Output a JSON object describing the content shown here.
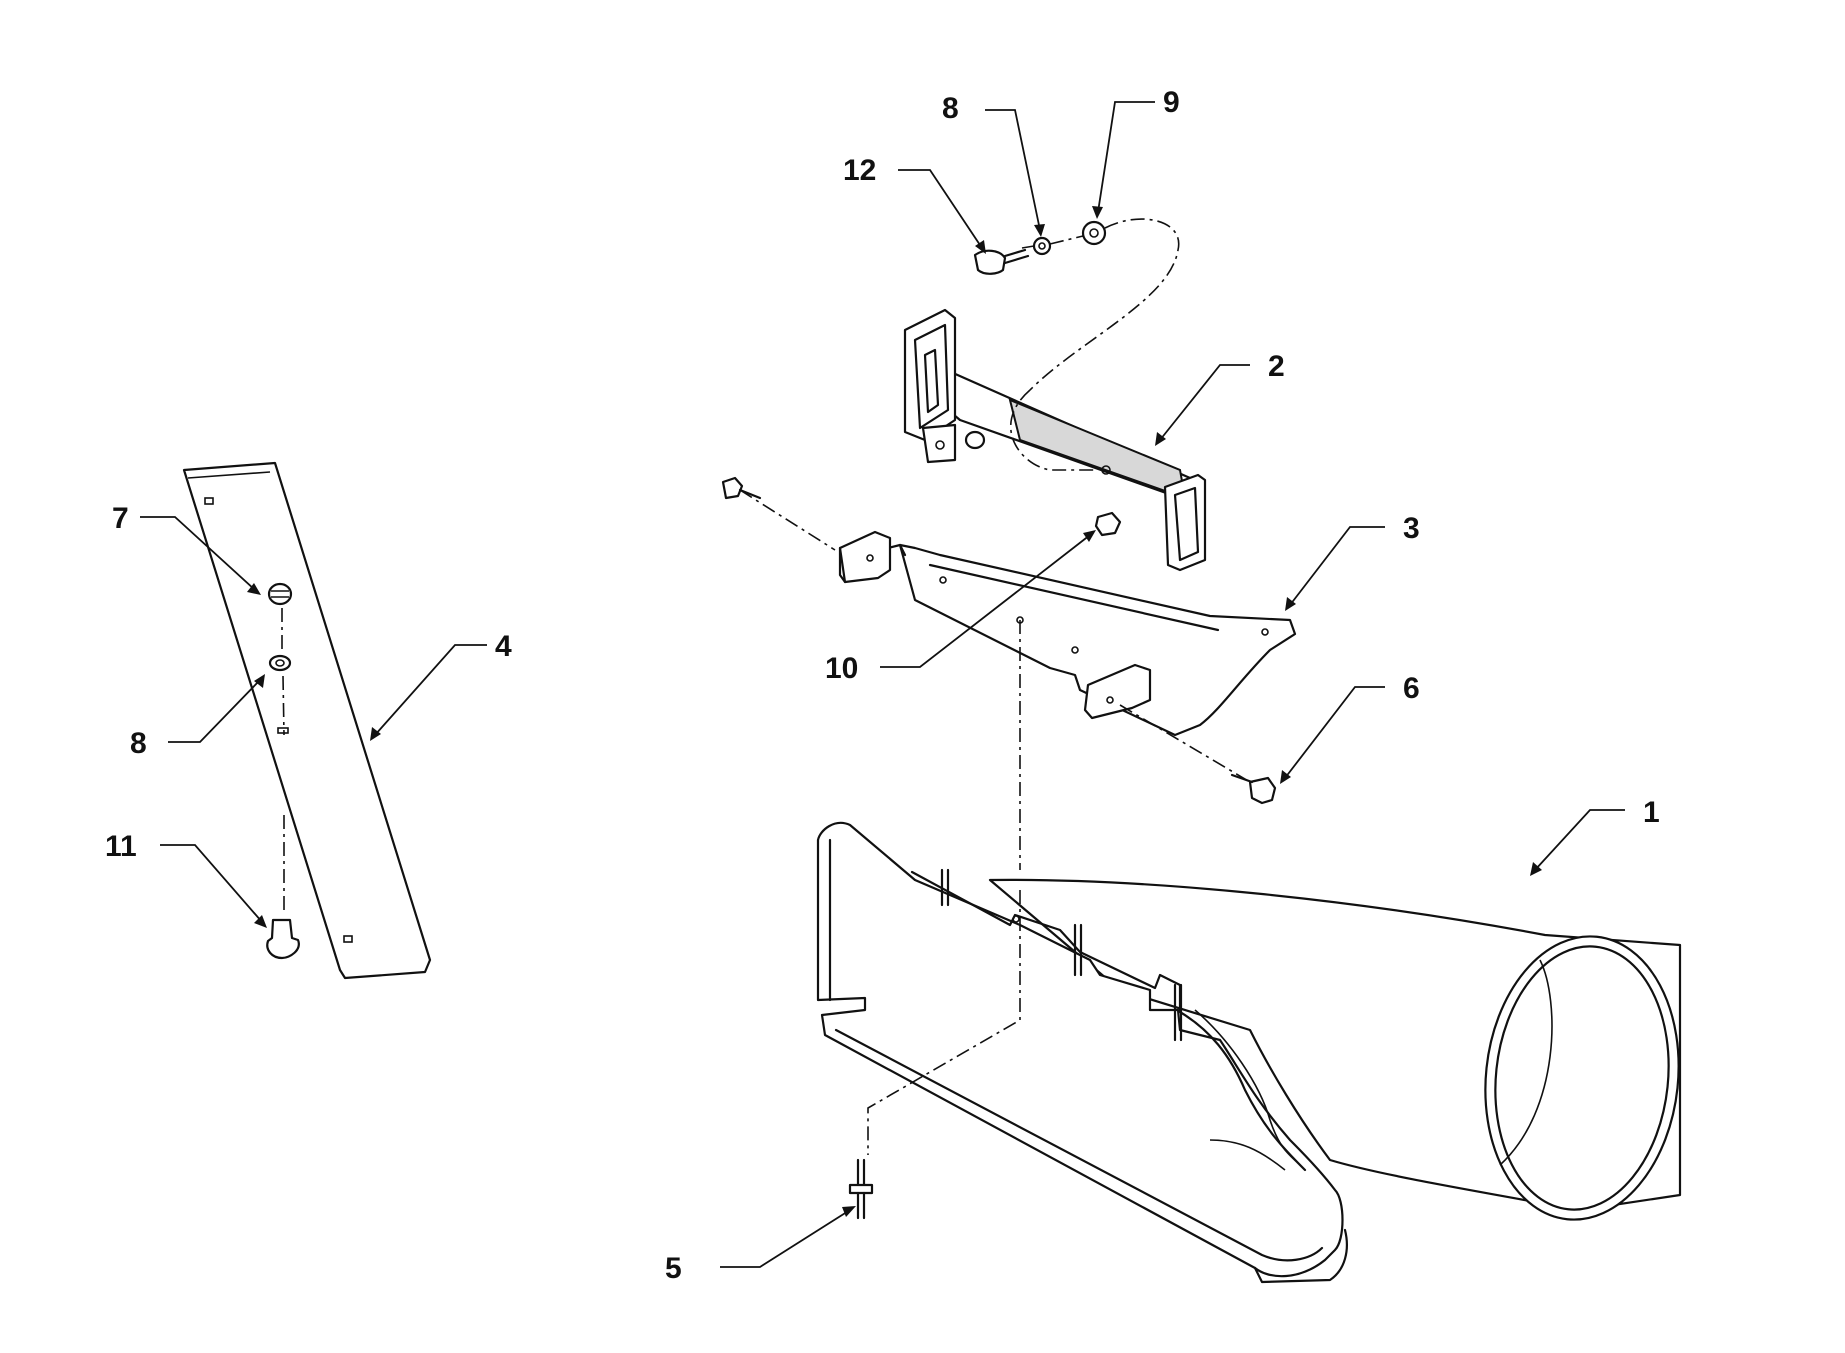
{
  "callouts": {
    "c1": "1",
    "c2": "2",
    "c3": "3",
    "c4": "4",
    "c5": "5",
    "c6": "6",
    "c7": "7",
    "c8_top": "8",
    "c8_left": "8",
    "c9": "9",
    "c10": "10",
    "c11": "11",
    "c12": "12"
  }
}
